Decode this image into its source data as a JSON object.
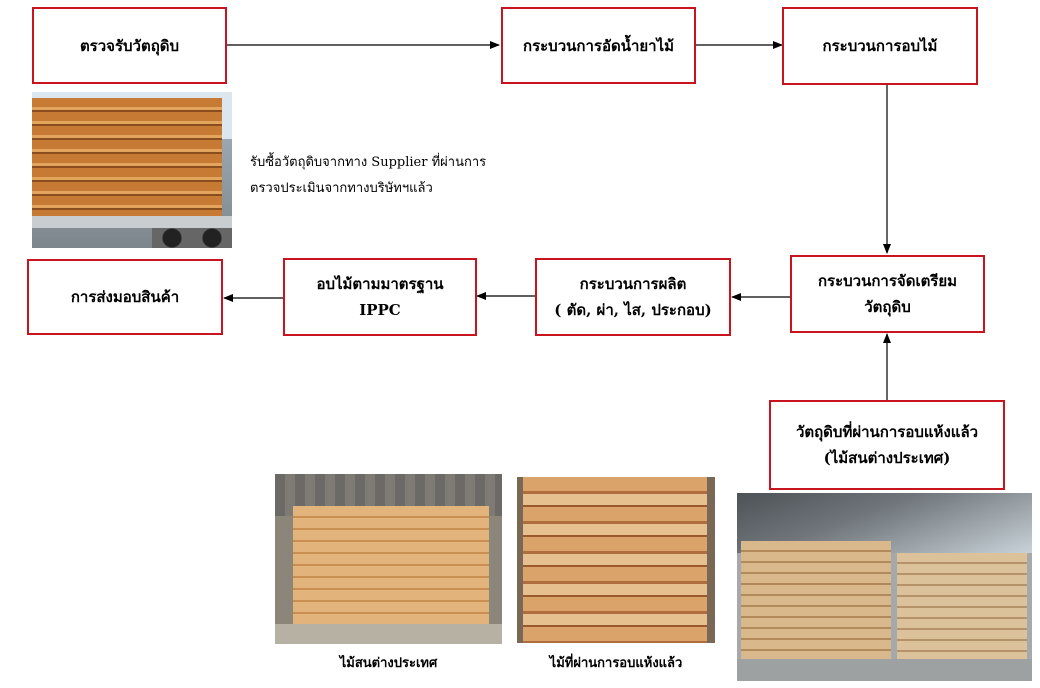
{
  "boxes": {
    "inspect": "ตรวจรับวัตถุดิบ",
    "impregnate": "กระบวนการอัดน้ำยาไม้",
    "kiln": "กระบวนการอบไม้",
    "prepare_line1": "กระบวนการจัดเตรียม",
    "prepare_line2": "วัตถุดิบ",
    "produce_line1": "กระบวนการผลิต",
    "produce_line2": "( ตัด, ผ่า, ไส, ประกอบ)",
    "ippc_line1": "อบไม้ตามมาตรฐาน",
    "ippc_line2": "IPPC",
    "deliver": "การส่งมอบสินค้า",
    "dried_line1": "วัตถุดิบที่ผ่านการอบแห้งแล้ว",
    "dried_line2": "(ไม้สนต่างประเทศ)"
  },
  "note": {
    "line1": "รับซื้อวัตถุดิบจากทาง Supplier  ที่ผ่านการ",
    "line2": "ตรวจประเมินจากทางบริษัทฯแล้ว"
  },
  "captions": {
    "imported_pine": "ไม้สนต่างประเทศ",
    "dried_wood": "ไม้ที่ผ่านการอบแห้งแล้ว"
  },
  "colors": {
    "box_border": "#c8141e",
    "arrow": "#000000"
  }
}
